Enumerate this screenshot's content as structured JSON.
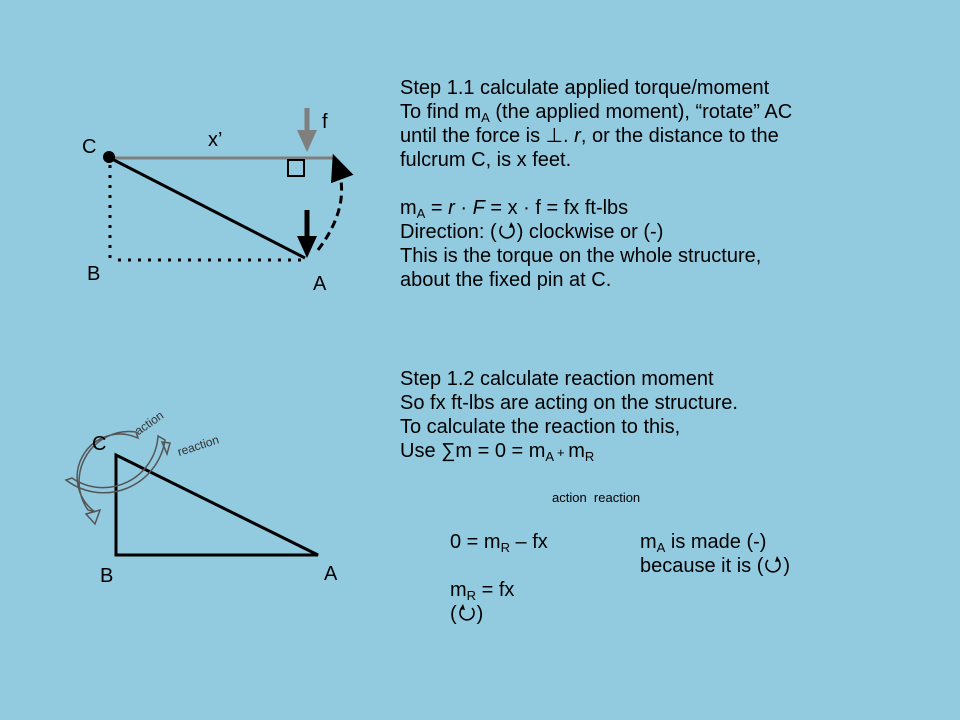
{
  "diagram1": {
    "labels": {
      "C": "C",
      "B": "B",
      "A": "A",
      "f": "f",
      "x": "x’"
    }
  },
  "diagram2": {
    "labels": {
      "C": "C",
      "B": "B",
      "A": "A",
      "action": "action",
      "reaction": "reaction"
    }
  },
  "step11": {
    "title": "Step 1.1 calculate applied torque/moment",
    "l2a": "To find m",
    "l2sub": "A",
    "l2b": " (the applied moment), “rotate” AC",
    "l3a": "until the force is ",
    "l3perp": "⊥",
    "l3b": ". ",
    "l3r": "r",
    "l3c": ", or the distance to the",
    "l4": "fulcrum C, is x feet.",
    "eq_a": "m",
    "eq_sub": "A",
    "eq_b": " = ",
    "eq_r": "r",
    "eq_c": " · ",
    "eq_F": "F",
    "eq_d": " = x · f = fx ft-lbs",
    "dir_a": "Direction: (",
    "dir_b": ") clockwise or (-)",
    "l7": "This is the torque on the whole structure,",
    "l8": "about the fixed pin at C."
  },
  "step12": {
    "title": "Step 1.2 calculate reaction moment",
    "l2": "So fx ft-lbs are acting on the structure.",
    "l3": "To calculate the reaction to this,",
    "use_a": "Use ∑m = 0 = m",
    "use_sub1": "A",
    "use_plus": " + ",
    "use_b": "m",
    "use_sub2": "R",
    "sublabel": "action  reaction"
  },
  "solve": {
    "eq1_a": "0 = m",
    "eq1_sub": "R",
    "eq1_b": " – fx",
    "note1_a": "m",
    "note1_sub": "A",
    "note1_b": " is made (-)",
    "note2_a": "because it is (",
    "note2_b": ")",
    "eq2_a": "m",
    "eq2_sub": "R",
    "eq2_b": " = fx",
    "eq3_a": "(",
    "eq3_b": ")"
  },
  "colors": {
    "background": "#92CADF",
    "gray_line": "#7F7F7F",
    "black": "#000000"
  }
}
